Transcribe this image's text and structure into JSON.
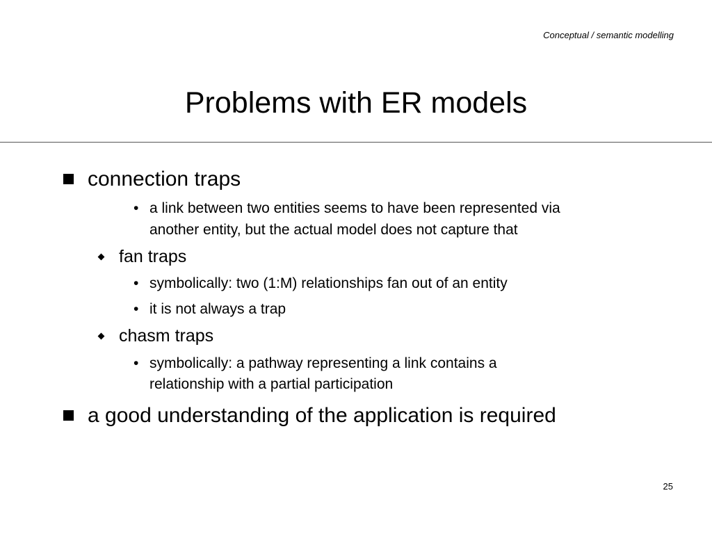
{
  "header": {
    "section": "Conceptual / semantic modelling"
  },
  "slide": {
    "title": "Problems with ER models",
    "page_number": "25"
  },
  "bullets": {
    "connection_traps": {
      "label": "connection traps",
      "definition": [
        "a link between two entities seems to have been represented via",
        "another entity, but the actual model does not capture that"
      ],
      "fan_traps": {
        "label": "fan traps",
        "points": [
          "symbolically: two (1:M) relationships fan out of an entity",
          "it is not always a trap"
        ]
      },
      "chasm_traps": {
        "label": "chasm traps",
        "points": [
          "symbolically: a pathway representing a link contains a",
          "relationship with a partial participation"
        ]
      }
    },
    "good_understanding": {
      "label": "a good understanding of the application is required"
    }
  },
  "markers": {
    "level1": "square-bullet-icon",
    "level2": "diamond-bullet-icon",
    "level3": "•"
  }
}
